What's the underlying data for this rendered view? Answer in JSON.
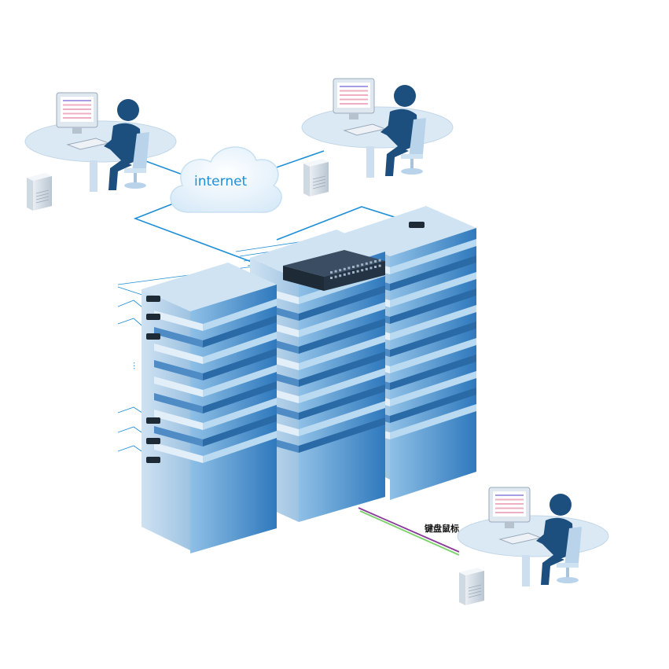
{
  "diagram": {
    "cloud_label": "internet",
    "kvm_link_label": "键盘鼠标",
    "vertical_ellipsis": "...",
    "workstations": [
      {
        "id": "top-left",
        "label": ""
      },
      {
        "id": "top-right",
        "label": ""
      },
      {
        "id": "bottom-right",
        "label": ""
      }
    ],
    "colors": {
      "link_blue": "#1f8fd6",
      "rack_light": "#a9cbe6",
      "rack_mid": "#5f9fd0",
      "rack_dark": "#2a6aa6",
      "person": "#1c4e7e",
      "switch": "#1e2a36",
      "kvm_green": "#7bd26a",
      "kvm_purple": "#8a3a9a"
    }
  }
}
